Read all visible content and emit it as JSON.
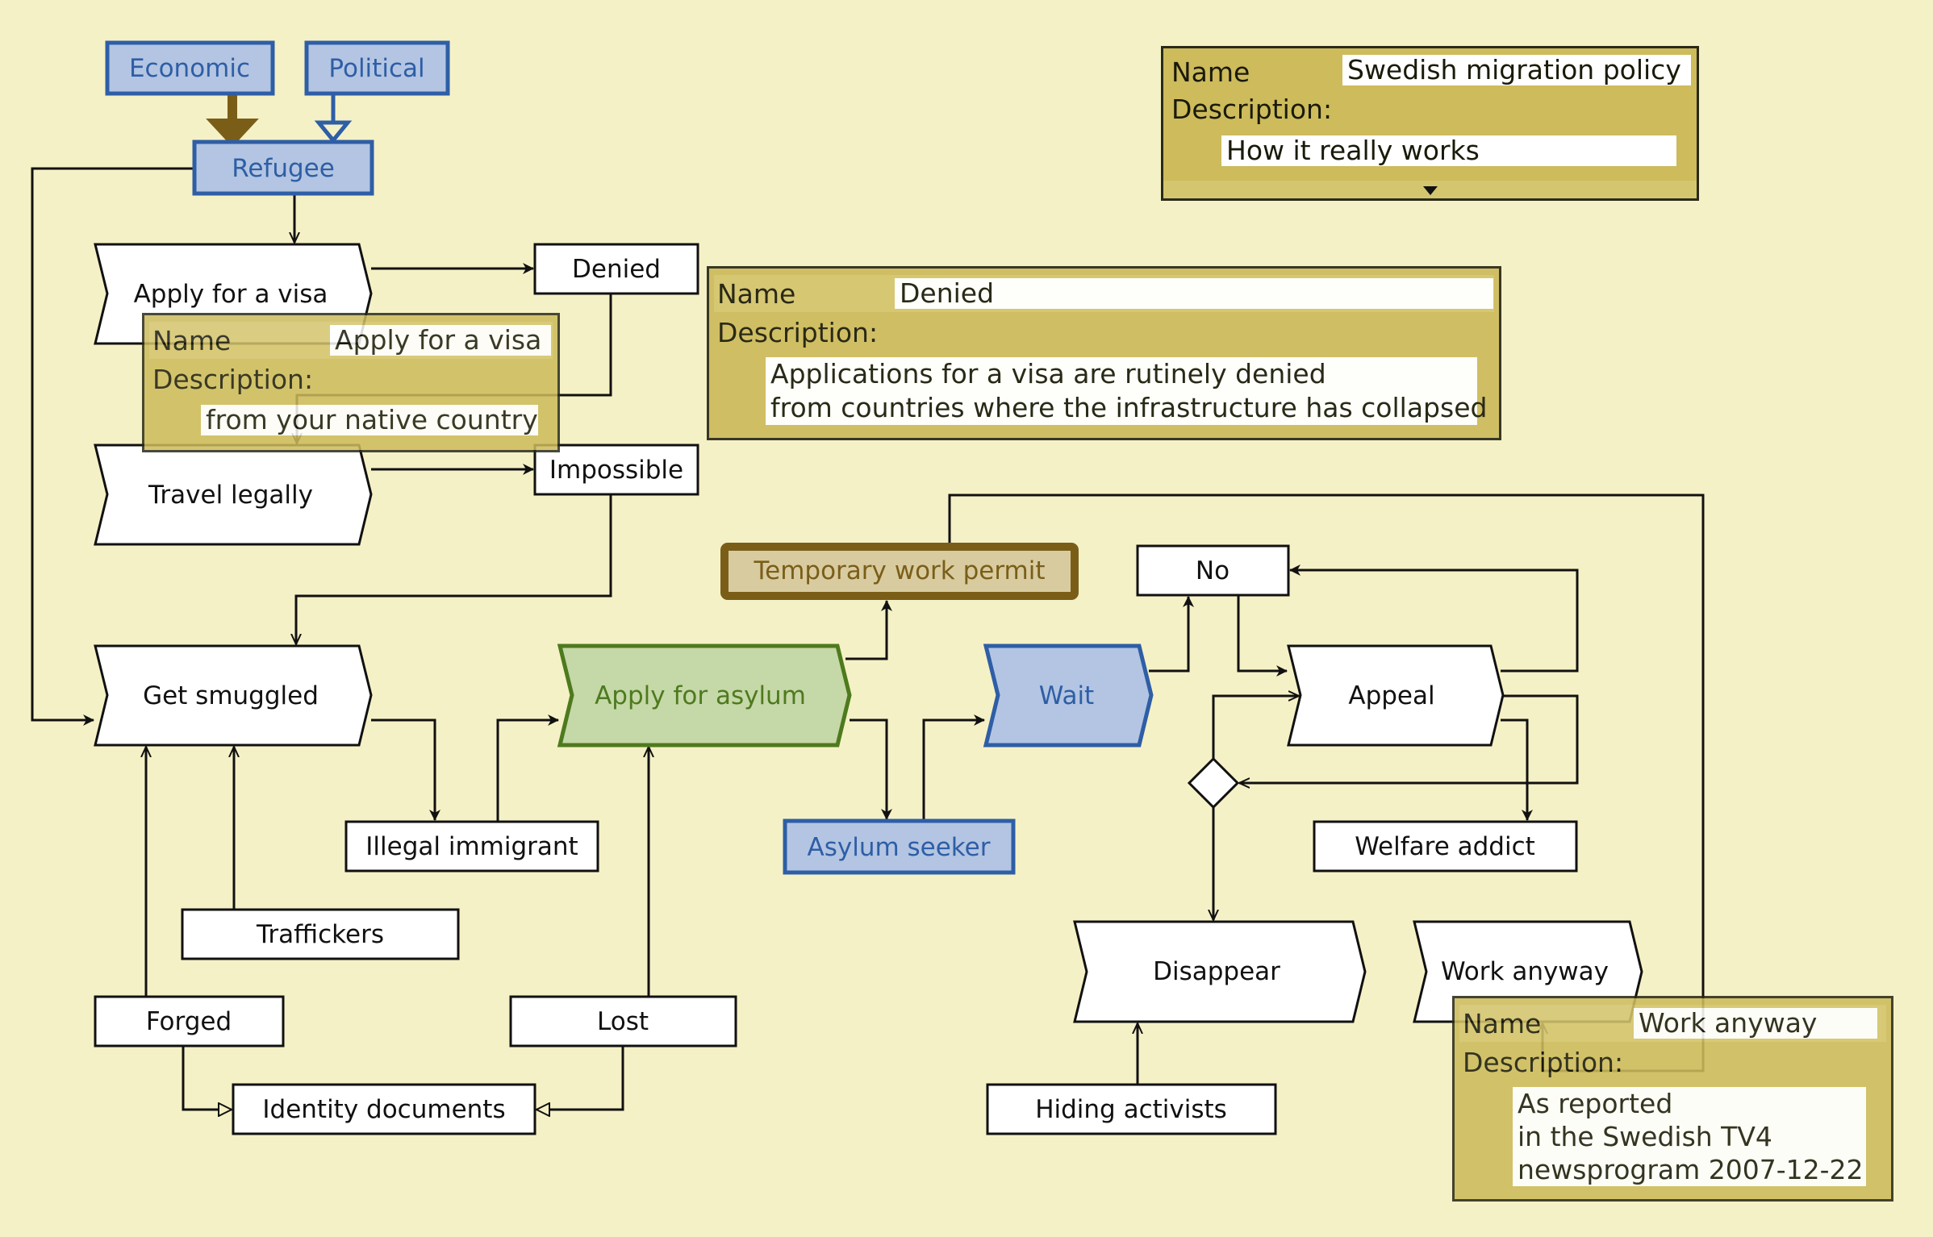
{
  "nodes": {
    "economic": {
      "label": "Economic"
    },
    "political": {
      "label": "Political"
    },
    "refugee": {
      "label": "Refugee"
    },
    "apply_visa": {
      "label": "Apply for a visa"
    },
    "denied": {
      "label": "Denied"
    },
    "travel_legally": {
      "label": "Travel legally"
    },
    "impossible": {
      "label": "Impossible"
    },
    "get_smuggled": {
      "label": "Get smuggled"
    },
    "apply_asylum": {
      "label": "Apply for asylum"
    },
    "temp_work_permit": {
      "label": "Temporary work permit"
    },
    "asylum_seeker": {
      "label": "Asylum seeker"
    },
    "wait": {
      "label": "Wait"
    },
    "no": {
      "label": "No"
    },
    "appeal": {
      "label": "Appeal"
    },
    "welfare_addict": {
      "label": "Welfare addict"
    },
    "illegal_immigrant": {
      "label": "Illegal immigrant"
    },
    "traffickers": {
      "label": "Traffickers"
    },
    "forged": {
      "label": "Forged"
    },
    "lost": {
      "label": "Lost"
    },
    "identity_documents": {
      "label": "Identity documents"
    },
    "disappear": {
      "label": "Disappear"
    },
    "hiding_activists": {
      "label": "Hiding activists"
    },
    "work_anyway": {
      "label": "Work anyway"
    }
  },
  "panels": {
    "diagram": {
      "name_label": "Name",
      "name": "Swedish migration policy",
      "desc_label": "Description:",
      "description": "How it really works"
    },
    "denied": {
      "name_label": "Name",
      "name": "Denied",
      "desc_label": "Description:",
      "description": "Applications for a visa are rutinely denied\nfrom countries where the infrastructure has collapsed"
    },
    "apply_visa": {
      "name_label": "Name",
      "name": "Apply for a visa",
      "desc_label": "Description:",
      "description": "from your native country"
    },
    "work_anyway": {
      "name_label": "Name",
      "name": "Work anyway",
      "desc_label": "Description:",
      "description": "As reported\nin the Swedish TV4\nnewsprogram 2007-12-22"
    }
  },
  "colors": {
    "background": "#F5F1C6",
    "blue_fill": "#B3C5E2",
    "blue_stroke": "#2E5EA6",
    "green_fill": "#C5D8A8",
    "green_stroke": "#4E7A1E",
    "brown_fill": "#D8CBA0",
    "brown_stroke": "#7A5E18",
    "panel_fill": "#CDBB5C"
  }
}
